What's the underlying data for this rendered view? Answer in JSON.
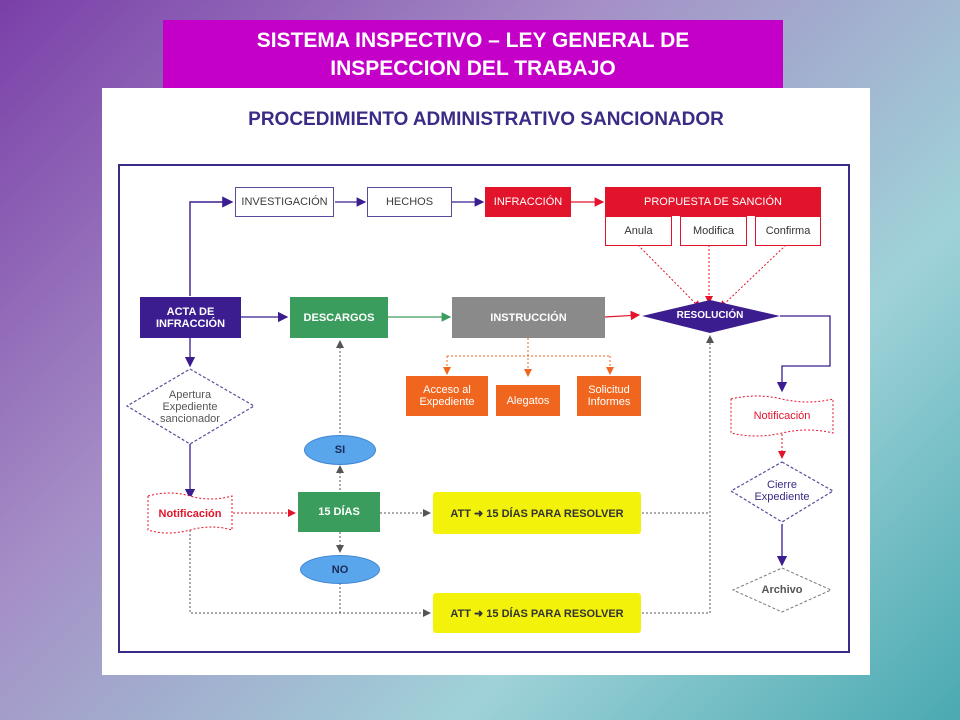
{
  "banner": {
    "line1": "SISTEMA INSPECTIVO – LEY GENERAL DE",
    "line2": "INSPECCION DEL TRABAJO"
  },
  "diagram": {
    "title": "PROCEDIMIENTO ADMINISTRATIVO SANCIONADOR",
    "nodes": {
      "investigacion": "INVESTIGACIÓN",
      "hechos": "HECHOS",
      "infraccion": "INFRACCIÓN",
      "propuesta": "PROPUESTA  DE  SANCIÓN",
      "anula": "Anula",
      "modifica": "Modifica",
      "confirma": "Confirma",
      "acta": "ACTA DE INFRACCIÓN",
      "descargos": "DESCARGOS",
      "instruccion": "INSTRUCCIÓN",
      "resolucion": "RESOLUCIÓN",
      "acceso": "Acceso al Expediente",
      "alegatos": "Alegatos",
      "solicitud": "Solicitud Informes",
      "apertura": "Apertura Expediente sancionador",
      "notificacion_left": "Notificación",
      "si": "SI",
      "quince_dias": "15 DÍAS",
      "no": "NO",
      "att1": "ATT  ➜  15 DÍAS PARA RESOLVER",
      "att2": "ATT  ➜  15 DÍAS PARA RESOLVER",
      "notificacion_right": "Notificación",
      "cierre": "Cierre Expediente",
      "archivo": "Archivo"
    }
  },
  "colors": {
    "banner": "#c400c8",
    "purple": "#3b1d8f",
    "red": "#e2142b",
    "green": "#3a9d5d",
    "gray": "#8a8a8a",
    "orange": "#f0661f",
    "yellow": "#f2f20a",
    "blue": "#5aa6ec"
  }
}
